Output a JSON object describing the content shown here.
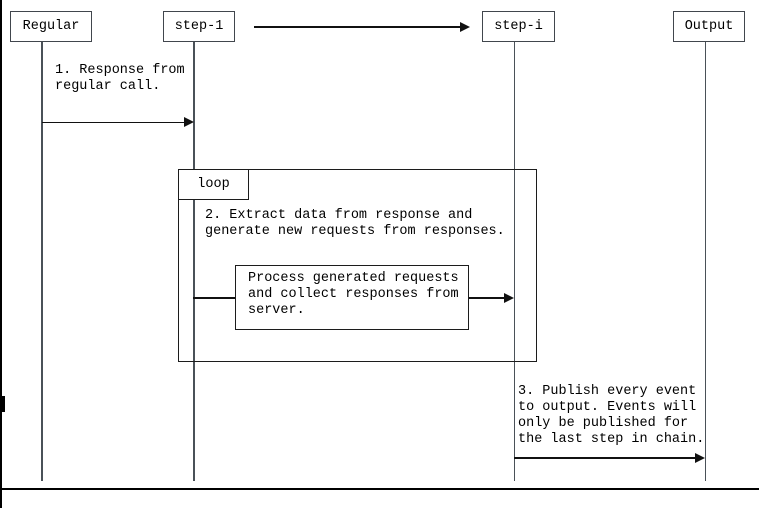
{
  "diagram": {
    "actors": [
      {
        "id": "regular",
        "label": "Regular"
      },
      {
        "id": "step-1",
        "label": "step-1"
      },
      {
        "id": "step-i",
        "label": "step-i"
      },
      {
        "id": "output",
        "label": "Output"
      }
    ],
    "loop": {
      "label": "loop"
    },
    "messages": {
      "m1": {
        "lines": [
          "1. Response from",
          "regular call."
        ]
      },
      "m2": {
        "lines": [
          "2. Extract data from response and",
          "generate new requests from responses."
        ]
      },
      "process_box": {
        "lines": [
          "Process generated requests",
          "and collect responses from",
          "server."
        ]
      },
      "m3": {
        "lines": [
          "3. Publish every event",
          "to output. Events will",
          "only be published for",
          "the last step in chain."
        ]
      }
    },
    "colors": {
      "background": "#ffffff",
      "lifeline_gray": "#4a5158",
      "line_black": "#111111",
      "text": "#000000",
      "frame": "#000000"
    }
  }
}
